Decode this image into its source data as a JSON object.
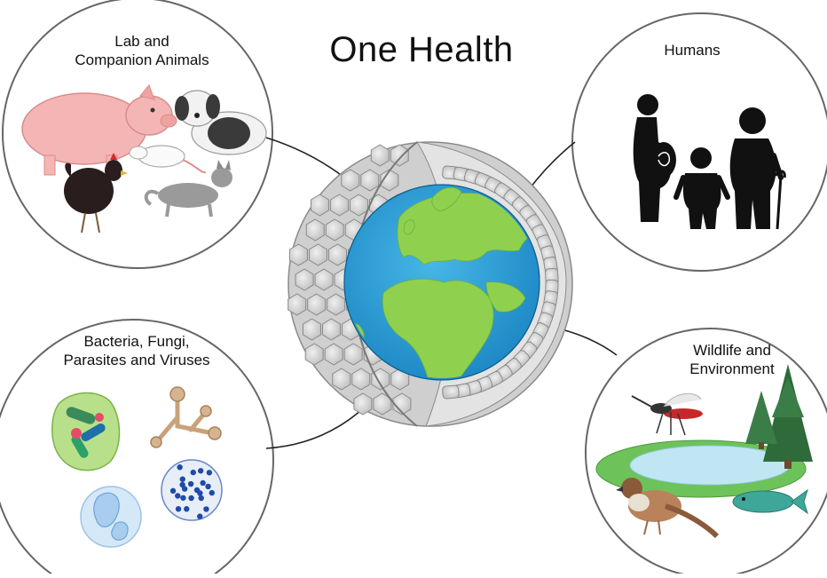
{
  "title": "One Health",
  "panels": {
    "lab": {
      "line1": "Lab and",
      "line2": "Companion Animals"
    },
    "humans": {
      "line1": "Humans"
    },
    "microbes": {
      "line1": "Bacteria, Fungi,",
      "line2": "Parasites and Viruses"
    },
    "wildlife": {
      "line1": "Wildlife and",
      "line2": "Environment"
    }
  },
  "colors": {
    "ocean": "#2a9fd6",
    "land": "#8fd14f",
    "cell_fill": "#d9d9d9",
    "circle_stroke": "#555555"
  }
}
